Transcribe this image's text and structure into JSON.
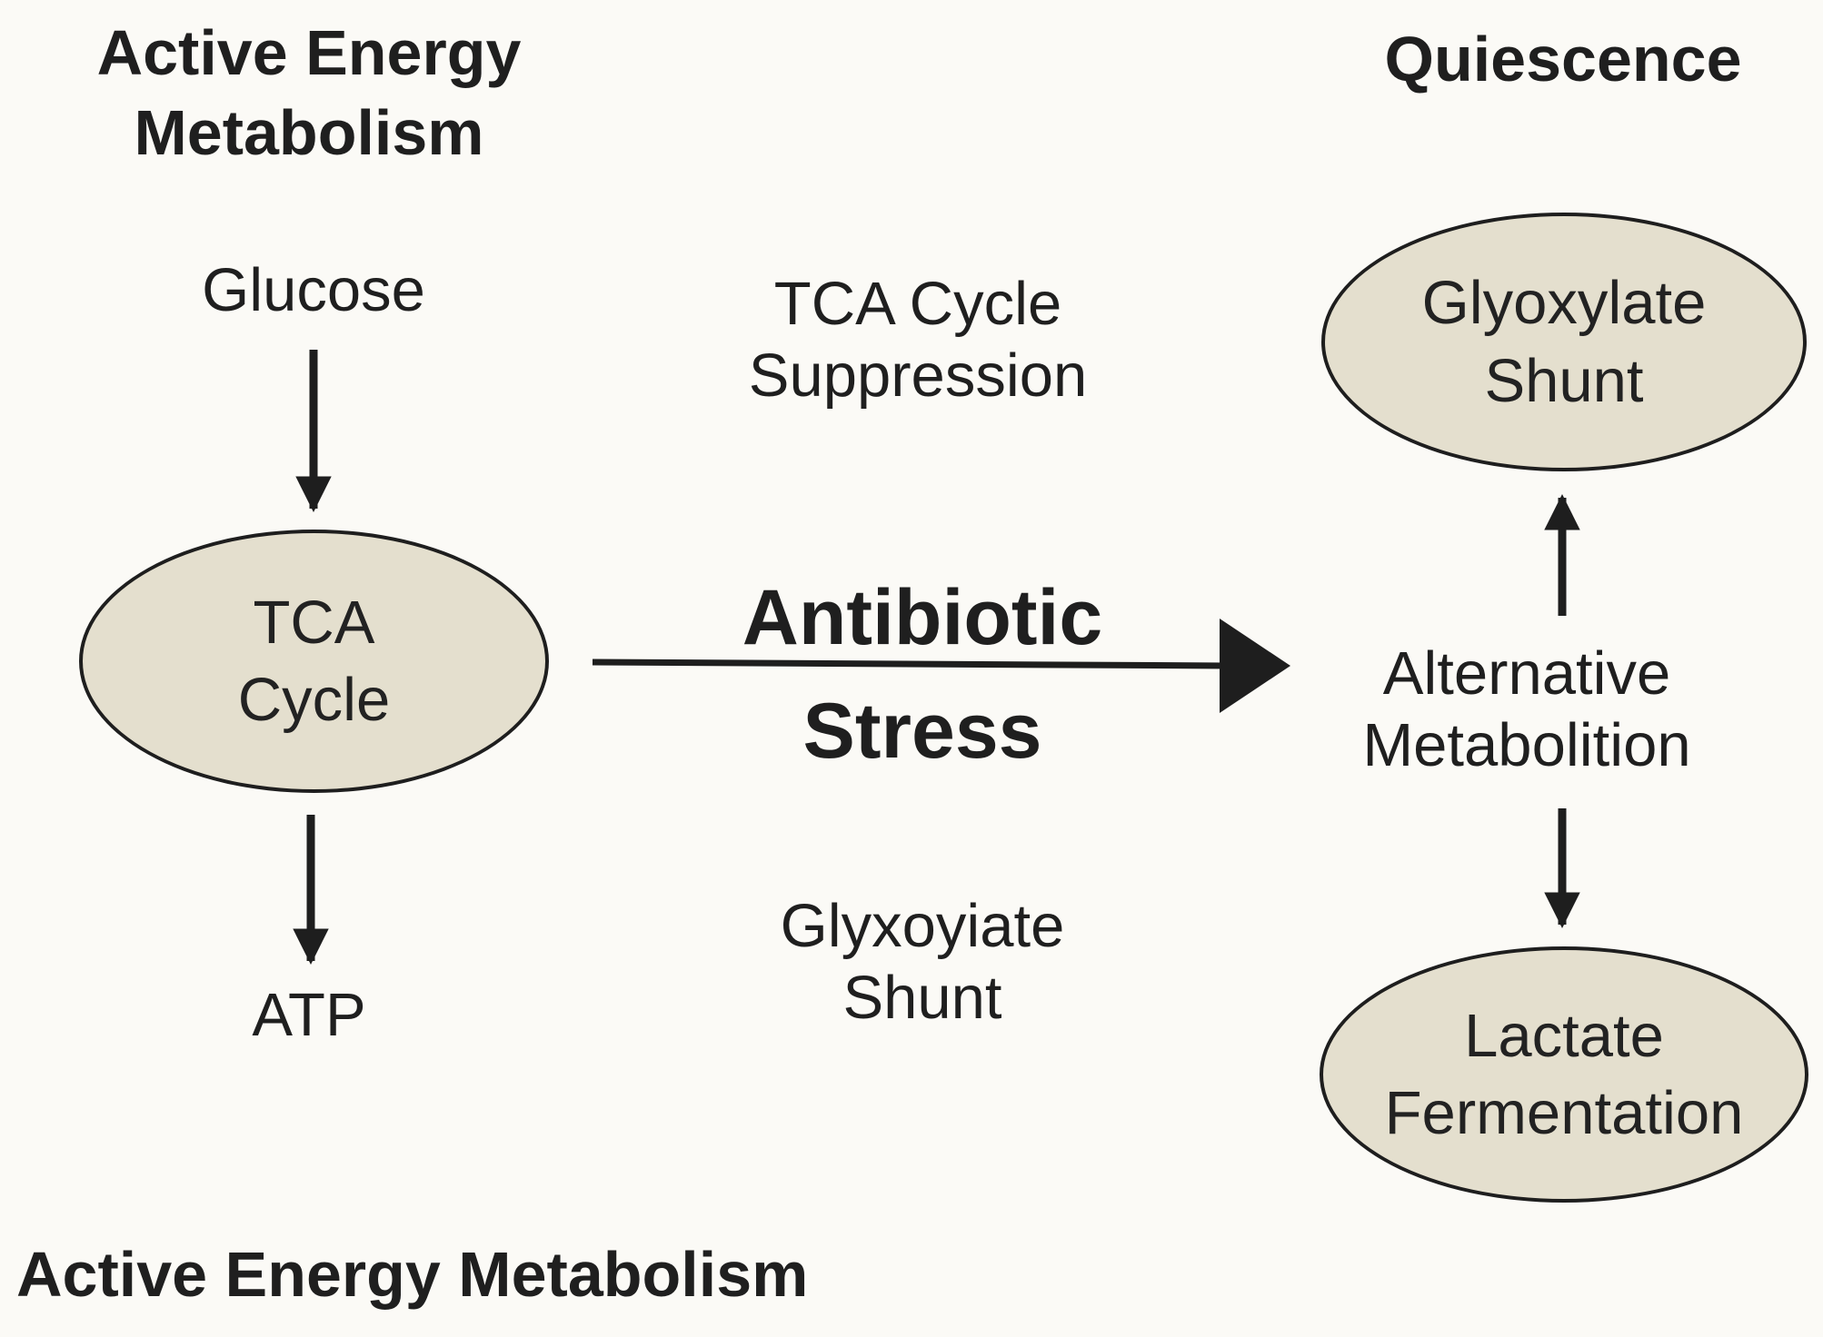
{
  "left_header": "Active Energy Metabolism",
  "right_header": "Quiescence",
  "footer": "Active Energy Metabolism",
  "glucose": "Glucose",
  "atp": "ATP",
  "tca_cycle_oval": "TCA Cycle",
  "tca_suppression": "TCA Cycle Suppression",
  "glyxoyiate_shunt": "Glyxoyiate Shunt",
  "stress": "Antibiotic Stress",
  "alternative_metabolition": "Alternative Metabolition",
  "glyoxylate_oval": "Glyoxylate Shunt",
  "lactate_oval": "Lactate Fermentation",
  "colors": {
    "background": "#fbfaf6",
    "oval_fill": "#e4dfce",
    "stroke": "#1e1e1e",
    "text": "#1f1f1f"
  }
}
